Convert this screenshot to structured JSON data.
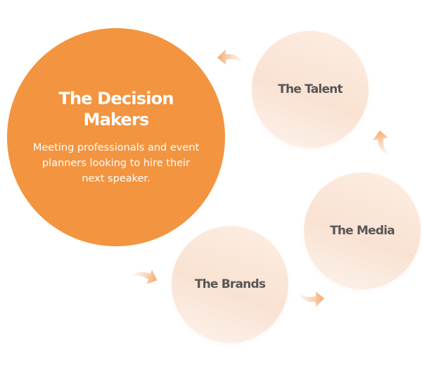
{
  "decision_makers": {
    "title": "The Decision Makers",
    "description": "Meeting professionals and event planners looking to hire their next speaker.",
    "color": "#f39440"
  },
  "nodes": [
    {
      "label": "The Talent"
    },
    {
      "label": "The Media"
    },
    {
      "label": "The Brands"
    }
  ],
  "arrow_color": "#f3a76a"
}
